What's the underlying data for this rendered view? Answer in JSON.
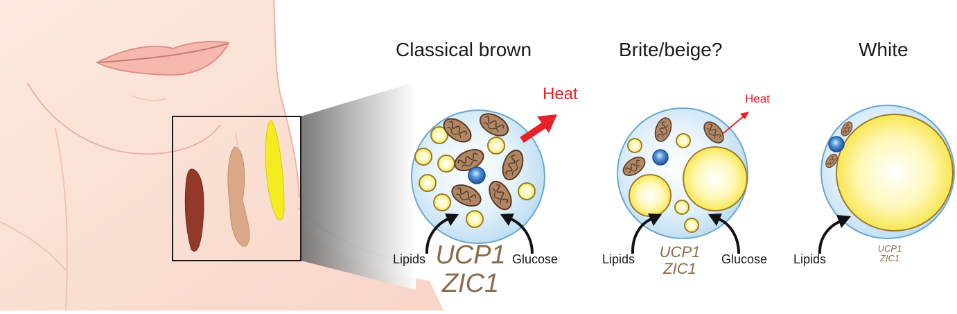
{
  "titles": {
    "classical": "Classical brown",
    "brite": "Brite/beige?",
    "white": "White"
  },
  "heat_label": "Heat",
  "lipids_label": "Lipids",
  "glucose_label": "Glucose",
  "genes": {
    "line1": "UCP1",
    "line2": "ZIC1"
  },
  "colors": {
    "skin": "#fbe3d8",
    "skin_outline": "#e8b5a5",
    "cell_fill": "#cfe8f8",
    "cell_outline": "#6aa7cf",
    "lipid_fill": "#fff27a",
    "lipid_outline": "#9c7a2c",
    "mito_fill": "#b08766",
    "mito_outline": "#5a3a22",
    "nucleus": "#2b6fb6",
    "heat": "#e8202a",
    "gene_text": "#8a6a48",
    "brown_fat": "#93392b",
    "beige_fat": "#d9a987",
    "white_fat": "#f4ec21"
  }
}
